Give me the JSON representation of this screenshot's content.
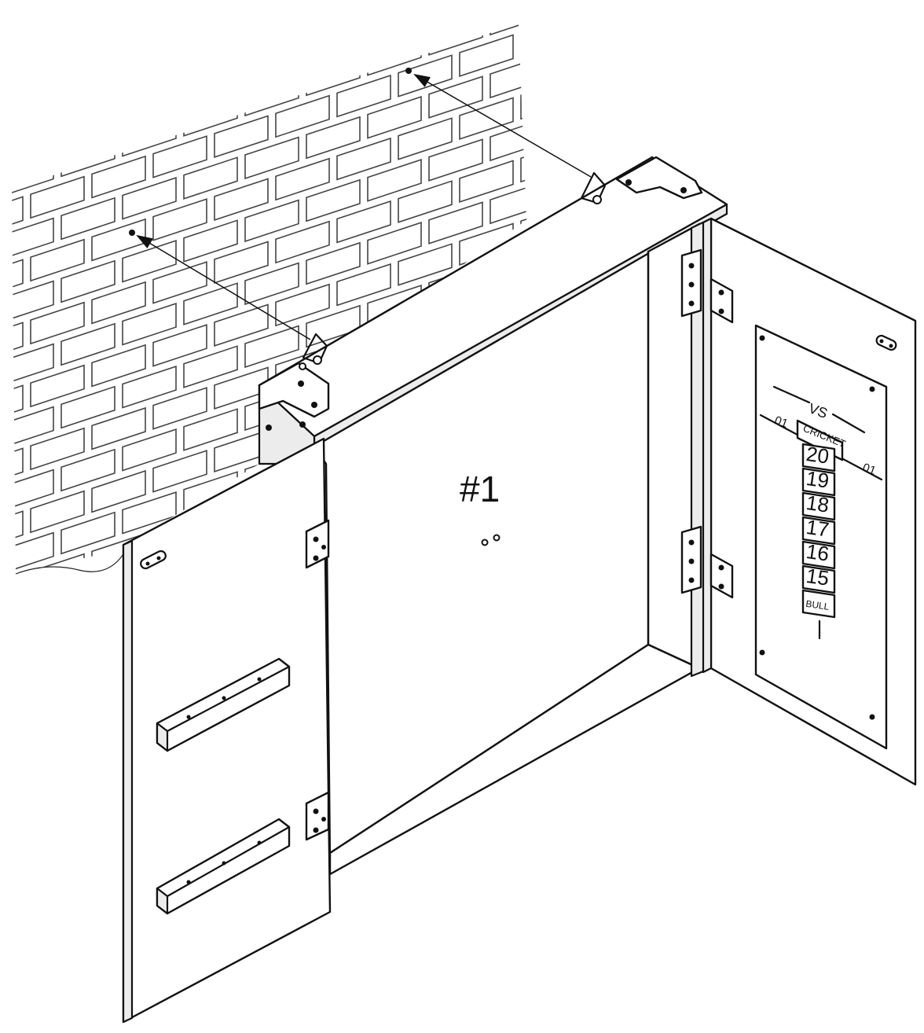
{
  "diagram": {
    "cabinet_label": "#1",
    "scoreboard": {
      "vs_label": "VS",
      "left_label": "01",
      "right_label": "01",
      "header_label": "CRICKET",
      "numbers": [
        "20",
        "19",
        "18",
        "17",
        "16",
        "15"
      ],
      "bull_label": "BULL"
    }
  },
  "colors": {
    "line": "#111111",
    "background": "#ffffff"
  }
}
